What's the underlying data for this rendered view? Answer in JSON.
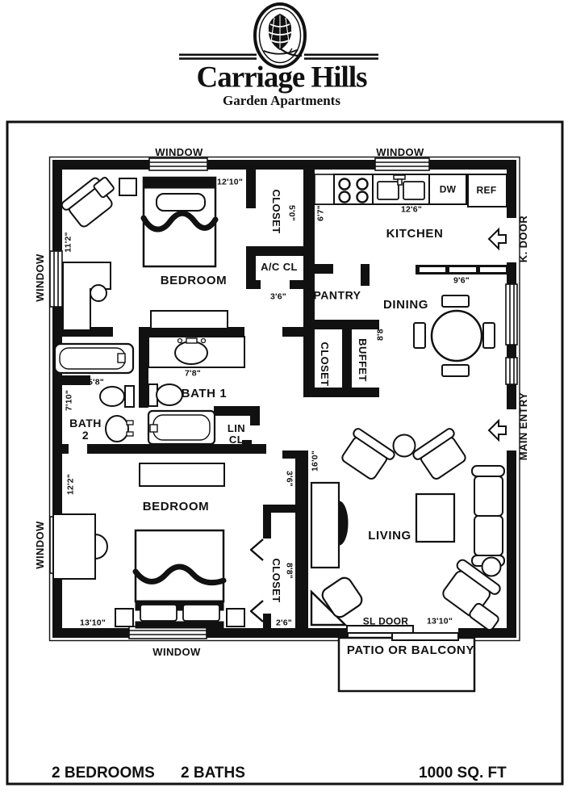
{
  "logo": {
    "title": "Carriage Hills",
    "subtitle": "Garden Apartments"
  },
  "plan": {
    "rooms": {
      "bedroom1": "BEDROOM",
      "closet_top": "CLOSET",
      "ac_closet": "A/C CL",
      "kitchen": "KITCHEN",
      "pantry": "PANTRY",
      "dining": "DINING",
      "closet_mid": "CLOSET",
      "buffet": "BUFFET",
      "bath1": "BATH 1",
      "bath2_line1": "BATH",
      "bath2_line2": "2",
      "lin_closet_line1": "LIN",
      "lin_closet_line2": "CL",
      "bedroom2": "BEDROOM",
      "closet_bottom": "CLOSET",
      "living": "LIVING",
      "patio": "PATIO OR BALCONY"
    },
    "openings": {
      "window_top_left": "WINDOW",
      "window_top_right": "WINDOW",
      "window_left_upper": "WINDOW",
      "window_left_lower": "WINDOW",
      "window_bottom": "WINDOW",
      "kitchen_door": "K. DOOR",
      "main_entry": "MAIN ENTRY",
      "sliding_door": "SL DOOR"
    },
    "appliances": {
      "dishwasher": "DW",
      "refrigerator": "REF"
    },
    "dimensions": {
      "bedroom1_width": "12'10\"",
      "bedroom1_depth": "11'2\"",
      "closet_top_width": "5'0\"",
      "kitchen_depth": "6'7\"",
      "kitchen_width": "12'6\"",
      "dining_width": "9'6\"",
      "ac_closet_width": "3'6\"",
      "dining_depth": "8'8\"",
      "bath2_width": "5'8\"",
      "bath1_width": "7'8\"",
      "bath2_depth": "7'10\"",
      "bedroom2_depth": "12'2\"",
      "living_nook_depth": "3'6\"",
      "living_depth": "16'0\"",
      "closet_bottom_depth": "8'8\"",
      "bedroom2_width": "13'10\"",
      "closet_bottom_width": "2'6\"",
      "living_width": "13'10\""
    }
  },
  "footer": {
    "bedrooms": "2 BEDROOMS",
    "baths": "2 BATHS",
    "area": "1000 SQ. FT"
  },
  "colors": {
    "ink": "#111111",
    "paper": "#ffffff"
  }
}
